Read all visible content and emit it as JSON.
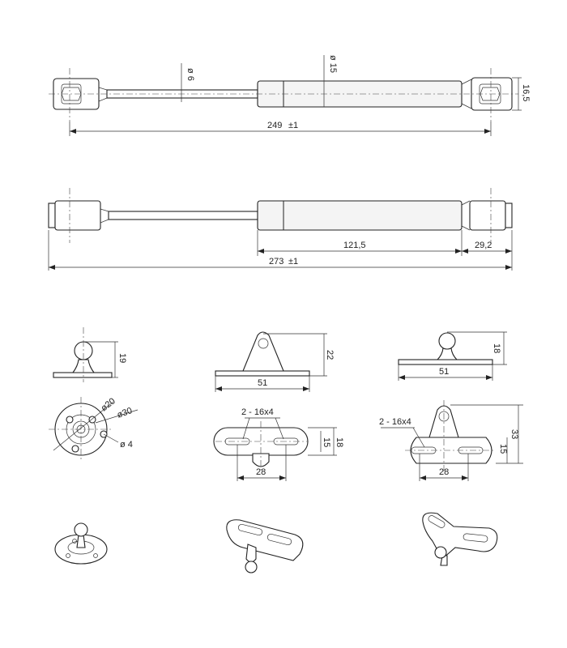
{
  "top_spring": {
    "rod_diameter": "ø 6",
    "tube_diameter": "ø 15",
    "end_height": "16,5",
    "length": "249",
    "tolerance": "±1"
  },
  "side_spring": {
    "tube_length": "121,5",
    "end_length": "29,2",
    "length": "273",
    "tolerance": "±1"
  },
  "bracket_ball": {
    "height": "19",
    "inner_diameter": "ø20",
    "outer_diameter": "ø30",
    "hole_diameter": "ø 4"
  },
  "bracket_lug": {
    "height": "22",
    "width": "51",
    "slots": "2 - 16x4",
    "slot_height": "15",
    "base_height": "18",
    "slot_spacing": "28"
  },
  "bracket_ball_plate": {
    "height": "18",
    "width": "51",
    "slots": "2 - 16x4",
    "total_height": "33",
    "slot_height": "15",
    "slot_spacing": "28"
  }
}
